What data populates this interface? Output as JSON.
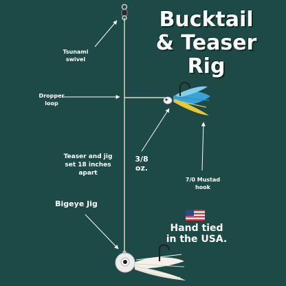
{
  "title": {
    "line1": "Bucktail",
    "line2": "& Teaser",
    "line3": "Rig"
  },
  "labels": {
    "swivel": "Tsunami swivel",
    "dropper_line1": "Dropper",
    "dropper_line2": "loop",
    "teaser_line1": "Teaser and jig",
    "teaser_line2": "set 18 inches",
    "teaser_line3": "apart",
    "weight": "3/8 oz.",
    "hook_line1": "7/0 Mustad",
    "hook_line2": "hook",
    "jig": "Bigeye Jig",
    "usa_line1": "Hand tied",
    "usa_line2": "in the USA."
  },
  "colors": {
    "background": "#1d4a46",
    "text": "#ffffff",
    "line": "#e8dcc0",
    "teaser_blue": "#3aa3d6",
    "teaser_yellow": "#e6c83a",
    "flag_red": "#c8323a",
    "flag_blue": "#2b4a8c"
  },
  "icons": [
    "swivel-icon",
    "teaser-icon",
    "bucktail-jig-icon",
    "usa-flag-icon",
    "arrow-icon"
  ]
}
